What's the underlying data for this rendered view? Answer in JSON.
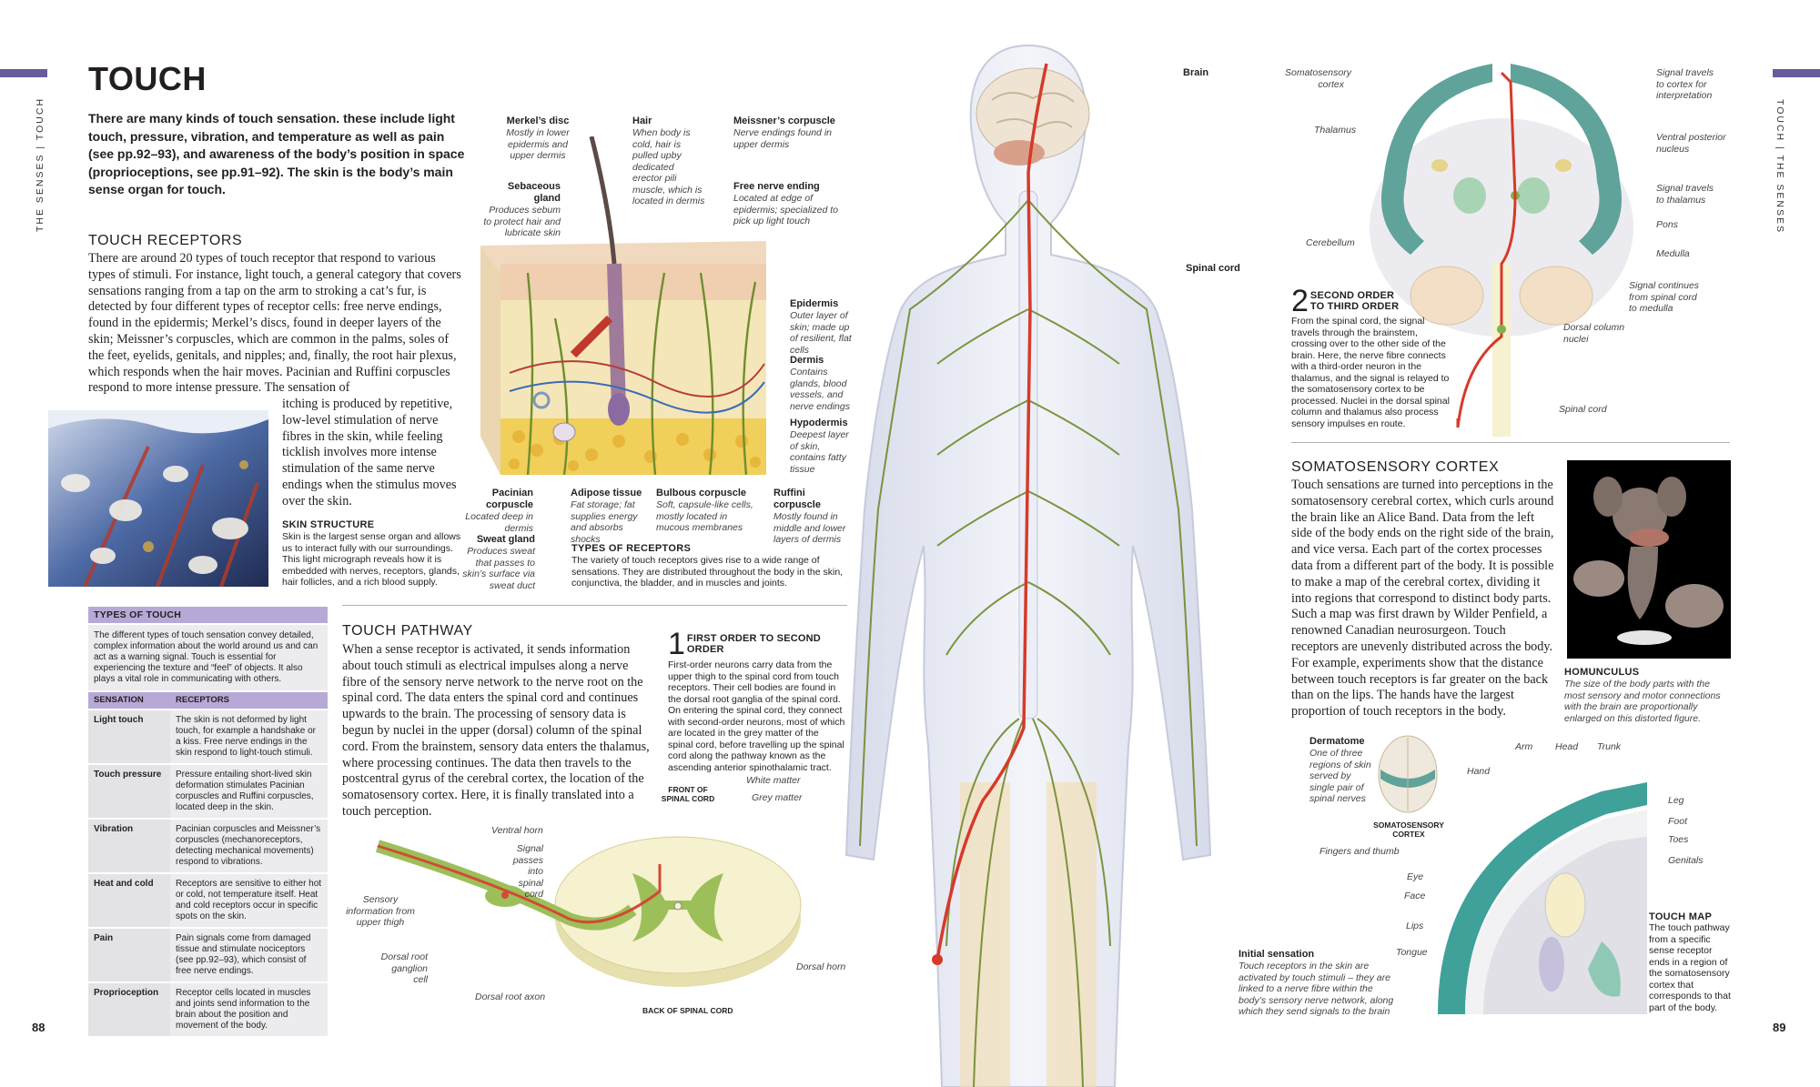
{
  "page": {
    "left_number": "88",
    "right_number": "89",
    "running_head_left": "THE SENSES | TOUCH",
    "running_head_right": "TOUCH | THE SENSES",
    "accent_color": "#6a5a9c"
  },
  "title": "TOUCH",
  "intro": "There are many kinds of touch sensation. these include light touch, pressure, vibration, and temperature as well as pain (see pp.92–93), and awareness of the body’s position in space (proprioceptions, see pp.91–92). The skin is the body’s main sense organ for touch.",
  "touch_receptors": {
    "heading": "TOUCH RECEPTORS",
    "text_wide": "There are around 20 types of touch receptor that respond to various types of stimuli. For instance, light touch, a general category that covers sensations ranging from a tap on the arm to stroking a cat’s fur, is detected by four different types of receptor cells: free nerve endings, found in the epidermis; Merkel’s discs, found in deeper layers of the skin; Meissner’s corpuscles, which are common in the palms, soles of the feet, eyelids, genitals, and nipples; and, finally, the root hair plexus, which responds when the hair moves. Pacinian and Ruffini corpuscles respond to more intense pressure. The sensation of",
    "text_narrow": "itching is produced by repetitive, low-level stimulation of nerve fibres in the skin, while feeling ticklish involves more intense stimulation of the same nerve endings when the stimulus moves over the skin."
  },
  "skin_structure": {
    "title": "SKIN STRUCTURE",
    "text": "Skin is the largest sense organ and allows us to interact fully with our surroundings. This light micrograph reveals how it is embedded with nerves, receptors, glands, hair follicles, and a rich blood supply."
  },
  "skin_labels": {
    "merkels": {
      "title": "Merkel’s disc",
      "desc": "Mostly in lower epidermis and upper dermis"
    },
    "hair": {
      "title": "Hair",
      "desc": "When body is cold, hair is pulled upby dedicated erector pili muscle, which is located in dermis"
    },
    "meissners": {
      "title": "Meissner’s corpuscle",
      "desc": "Nerve endings found in upper dermis"
    },
    "sebaceous": {
      "title": "Sebaceous gland",
      "desc": "Produces sebum to protect hair and lubricate skin"
    },
    "free_nerve": {
      "title": "Free nerve ending",
      "desc": "Located at edge of epidermis; specialized to pick up light touch"
    },
    "epidermis": {
      "title": "Epidermis",
      "desc": "Outer layer of skin; made up of resilient, flat cells"
    },
    "dermis": {
      "title": "Dermis",
      "desc": "Contains glands, blood vessels, and nerve endings"
    },
    "hypodermis": {
      "title": "Hypodermis",
      "desc": "Deepest layer of skin, contains fatty tissue"
    },
    "pacinian": {
      "title": "Pacinian corpuscle",
      "desc": "Located deep in dermis"
    },
    "adipose": {
      "title": "Adipose tissue",
      "desc": "Fat storage; fat supplies energy and absorbs shocks"
    },
    "bulbous": {
      "title": "Bulbous corpuscle",
      "desc": "Soft, capsule-like cells, mostly located in mucous membranes"
    },
    "ruffini": {
      "title": "Ruffini corpuscle",
      "desc": "Mostly found in middle and lower layers of dermis"
    },
    "sweat": {
      "title": "Sweat gland",
      "desc": "Produces sweat that passes to skin’s surface via sweat duct"
    }
  },
  "types_of_receptors": {
    "title": "TYPES OF RECEPTORS",
    "text": "The variety of touch receptors gives rise to a wide range of sensations. They are distributed throughout the body in the skin, conjunctiva, the bladder, and in muscles and joints."
  },
  "types_of_touch": {
    "heading": "TYPES OF TOUCH",
    "intro": "The different types of touch sensation convey detailed, complex information about the world around us and can act as a warning signal. Touch is essential for experiencing the texture and “feel” of objects. It also plays a vital role in communicating with others.",
    "col_sensation": "SENSATION",
    "col_receptors": "RECEPTORS",
    "rows": [
      {
        "sensation": "Light touch",
        "receptors": "The skin is not deformed by light touch, for example a handshake or a kiss. Free nerve endings in the skin respond to light-touch stimuli."
      },
      {
        "sensation": "Touch pressure",
        "receptors": "Pressure entailing short-lived skin deformation stimulates Pacinian corpuscles and Ruffini corpuscles, located deep in the skin."
      },
      {
        "sensation": "Vibration",
        "receptors": "Pacinian corpuscles and Meissner’s corpuscles (mechanoreceptors, detecting mechanical movements) respond to vibrations."
      },
      {
        "sensation": "Heat and cold",
        "receptors": "Receptors are sensitive to either hot or cold, not temperature itself. Heat and cold receptors occur in specific spots on the skin."
      },
      {
        "sensation": "Pain",
        "receptors": "Pain signals come from damaged tissue and stimulate nociceptors (see pp.92–93), which consist of free nerve endings."
      },
      {
        "sensation": "Proprioception",
        "receptors": "Receptor cells located in muscles and joints send information to the brain about the position and movement of the body."
      }
    ]
  },
  "touch_pathway": {
    "heading": "TOUCH PATHWAY",
    "text": "When a sense receptor is activated, it sends information about touch stimuli as electrical impulses along a nerve fibre of the sensory nerve network to the nerve root on the spinal cord. The data enters the spinal cord and continues upwards to the brain. The processing of sensory data is begun by nuclei in the upper (dorsal) column of the spinal cord. From the brainstem, sensory data enters the thalamus, where processing continues. The data then travels to the postcentral gyrus of the cerebral cortex, the location of the somatosensory cortex. Here, it is finally translated into a touch perception."
  },
  "step1": {
    "num": "1",
    "title_line1": "FIRST ORDER TO SECOND",
    "title_line2": "ORDER",
    "text": "First-order neurons carry data from the upper thigh to the spinal cord from touch receptors. Their cell bodies are found in the dorsal root ganglia of the spinal cord. On entering the spinal cord, they connect with second-order neurons, most of which are located in the grey matter of the spinal cord, before travelling up the spinal cord along the pathway known as the ascending anterior spinothalamic tract."
  },
  "spinal_labels": {
    "front": "FRONT OF SPINAL CORD",
    "back": "BACK OF SPINAL CORD",
    "white_matter": "White matter",
    "grey_matter": "Grey matter",
    "ventral_horn": "Ventral horn",
    "signal_passes": "Signal passes into spinal cord",
    "sensory_info": "Sensory information from upper thigh",
    "dorsal_ganglion": "Dorsal root ganglion cell",
    "dorsal_axon": "Dorsal root axon",
    "dorsal_horn": "Dorsal horn"
  },
  "body_labels": {
    "brain": "Brain",
    "spinal_cord": "Spinal cord",
    "initial_title": "Initial sensation",
    "initial_desc": "Touch receptors in the skin are activated by touch stimuli – they are linked to a nerve fibre within the body’s sensory nerve network, along which they send signals to the brain"
  },
  "brain_labels": {
    "somatosensory_cortex": "Somatosensory cortex",
    "thalamus": "Thalamus",
    "cerebellum": "Cerebellum",
    "to_cortex": "Signal travels to cortex for interpretation",
    "ventral_posterior": "Ventral posterior nucleus",
    "to_thalamus": "Signal travels to thalamus",
    "pons": "Pons",
    "medulla": "Medulla",
    "continues": "Signal continues from spinal cord to medulla",
    "dorsal_column": "Dorsal column nuclei",
    "spinal_cord": "Spinal cord"
  },
  "step2": {
    "num": "2",
    "title_line1": "SECOND ORDER",
    "title_line2": "TO THIRD ORDER",
    "text": "From the spinal cord, the signal travels through the brainstem, crossing over to the other side of the brain. Here, the nerve fibre connects with a third-order neuron in the thalamus, and the signal is relayed to the somatosensory cortex to be processed. Nuclei in the dorsal spinal column and thalamus also process sensory impulses en route."
  },
  "somatosensory": {
    "heading": "SOMATOSENSORY CORTEX",
    "text": "Touch sensations are turned into perceptions in the somatosensory cerebral cortex, which curls around the brain like an Alice Band. Data from the left side of the body ends on the right side of the brain, and vice versa. Each part of the cortex processes data from a different part of the body. It is possible to make a map of the cerebral cortex, dividing it into regions that correspond to distinct body parts. Such a map was first drawn by Wilder Penfield, a renowned Canadian neurosurgeon. Touch receptors are unevenly distributed across the body. For example, experiments show that the distance between touch receptors is far greater on the back than on the lips. The hands have the largest proportion of touch receptors in the body."
  },
  "homunculus": {
    "title": "HOMUNCULUS",
    "text": "The size of the body parts with the most sensory and motor connections with the brain are proportionally enlarged on this distorted figure."
  },
  "dermatome": {
    "title": "Dermatome",
    "desc": "One of three regions of skin served by single pair of spinal nerves",
    "cortex_label": "SOMATOSENSORY CORTEX"
  },
  "touch_map": {
    "title": "TOUCH MAP",
    "text": "The touch pathway from a specific sense receptor ends in a region of the somatosensory cortex that corresponds to that part of the body.",
    "labels": {
      "arm": "Arm",
      "head": "Head",
      "trunk": "Trunk",
      "hand": "Hand",
      "leg": "Leg",
      "foot": "Foot",
      "toes": "Toes",
      "genitals": "Genitals",
      "fingers": "Fingers and thumb",
      "eye": "Eye",
      "face": "Face",
      "lips": "Lips",
      "tongue": "Tongue"
    }
  }
}
